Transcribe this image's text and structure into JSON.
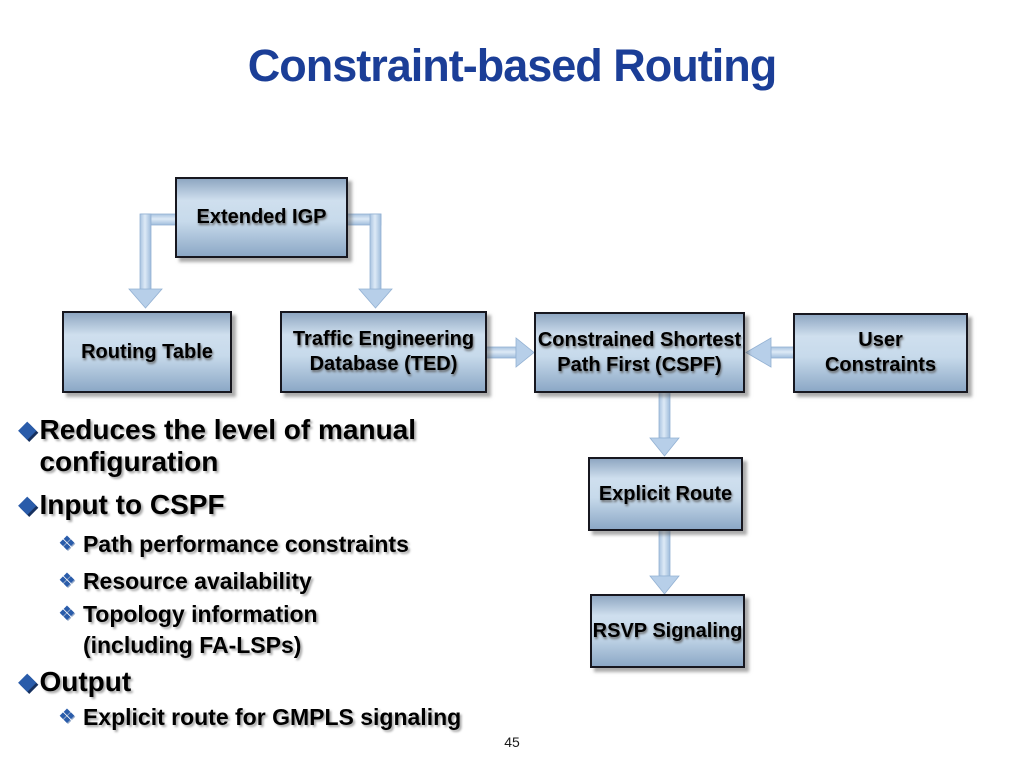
{
  "title": "Constraint-based Routing",
  "page_number": "45",
  "colors": {
    "background": "#ffffff",
    "title_text": "#1b3e97",
    "box_fill_top": "#8fa7c2",
    "box_fill_light": "#cfdfee",
    "box_fill_bottom": "#8ca8c6",
    "box_border": "#17171f",
    "box_text": "#000000",
    "arrow_fill": "#b7cfe9",
    "arrow_edge": "#93b1d3",
    "bullet_glyph": "#2a5caa",
    "bullet_text": "#000000"
  },
  "icons": {
    "l1_bullet": "◆",
    "l2_bullet": "❖"
  },
  "diagram": {
    "boxes": [
      {
        "id": "extended-igp",
        "label": "Extended IGP"
      },
      {
        "id": "routing-table",
        "label": "Routing Table"
      },
      {
        "id": "ted",
        "label": "Traffic Engineering\nDatabase (TED)"
      },
      {
        "id": "cspf",
        "label": "Constrained Shortest\nPath First (CSPF)"
      },
      {
        "id": "user-constraints",
        "label": "User\nConstraints"
      },
      {
        "id": "explicit-route",
        "label": "Explicit Route"
      },
      {
        "id": "rsvp-signaling",
        "label": "RSVP Signaling"
      }
    ],
    "connections": [
      "Extended IGP -> Routing Table",
      "Extended IGP -> Traffic Engineering Database (TED)",
      "Traffic Engineering Database (TED) -> Constrained Shortest Path First (CSPF)",
      "User Constraints -> Constrained Shortest Path First (CSPF)",
      "Constrained Shortest Path First (CSPF) -> Explicit Route",
      "Explicit Route -> RSVP Signaling"
    ]
  },
  "bullets": {
    "items": [
      {
        "level": 1,
        "text": "Reduces the level of manual\nconfiguration"
      },
      {
        "level": 1,
        "text": "Input to CSPF"
      },
      {
        "level": 2,
        "text": "Path performance constraints"
      },
      {
        "level": 2,
        "text": "Resource availability"
      },
      {
        "level": 2,
        "text": "Topology information\n(including FA-LSPs)"
      },
      {
        "level": 1,
        "text": "Output"
      },
      {
        "level": 2,
        "text": " Explicit route for GMPLS signaling"
      }
    ]
  }
}
